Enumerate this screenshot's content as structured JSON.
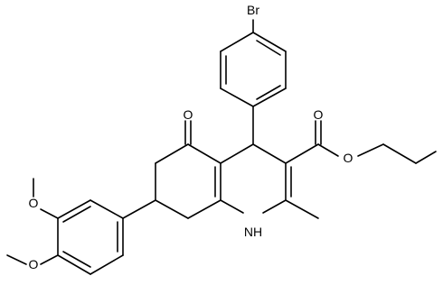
{
  "atoms": {
    "br": "Br",
    "o_ketone": "O",
    "o_carbonyl": "O",
    "o_ester": "O",
    "nh": "NH",
    "o_methoxy_upper": "O",
    "o_methoxy_lower": "O"
  }
}
